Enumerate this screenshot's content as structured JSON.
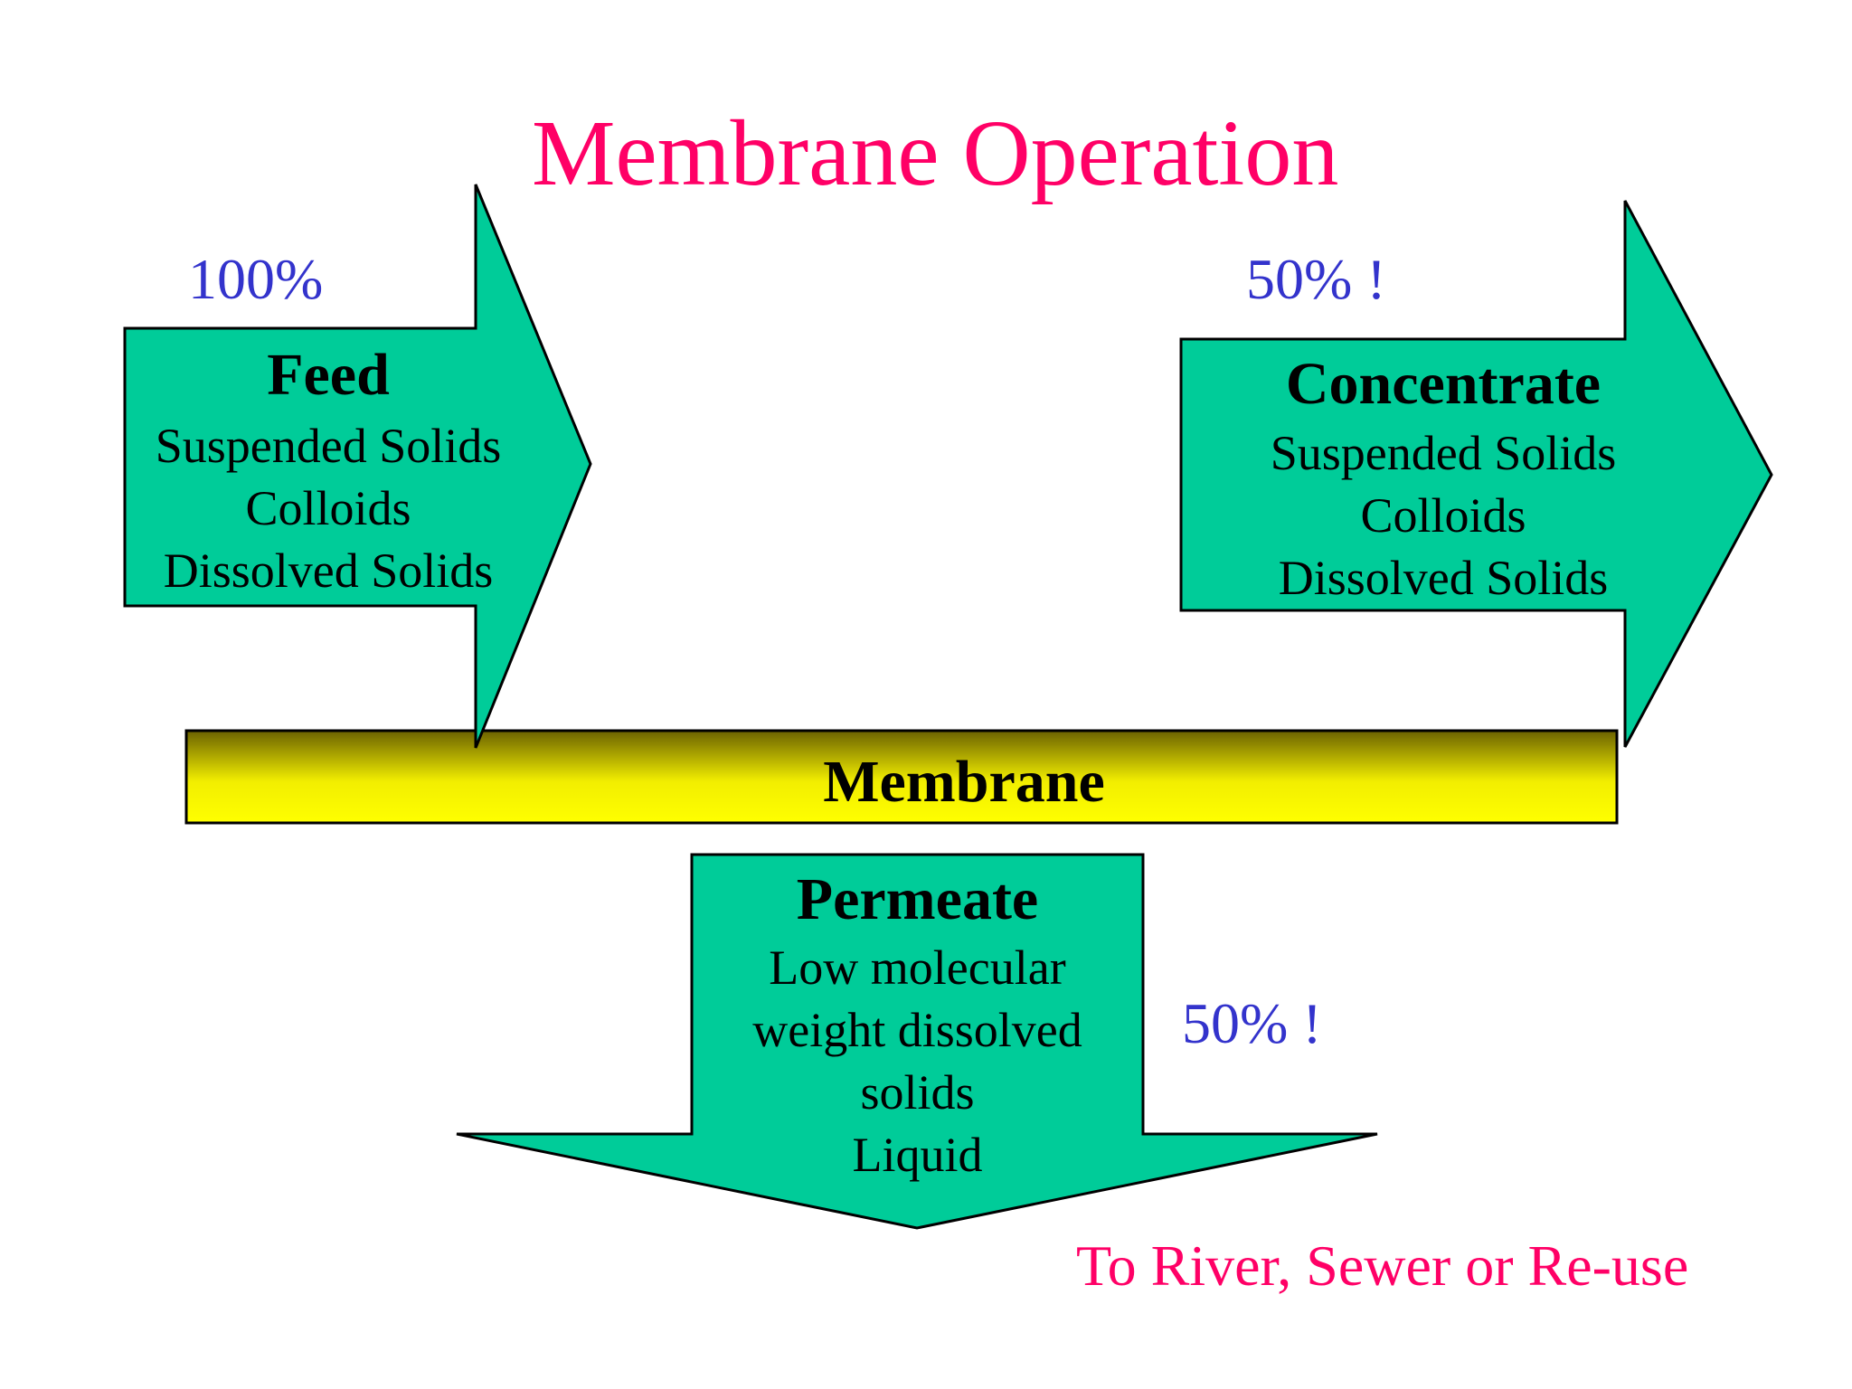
{
  "title": "Membrane Operation",
  "colors": {
    "title": "#ff0066",
    "percent": "#3333cc",
    "arrow_fill": "#00cc99",
    "membrane_top": "#6b6200",
    "membrane_mid": "#f2ee00",
    "membrane_bottom": "#ffff00",
    "destination": "#ff0066"
  },
  "feed": {
    "percent": "100%",
    "heading": "Feed",
    "lines": [
      "Suspended Solids",
      "Colloids",
      "Dissolved Solids"
    ]
  },
  "concentrate": {
    "percent": "50% !",
    "heading": "Concentrate",
    "lines": [
      "Suspended Solids",
      "Colloids",
      "Dissolved Solids"
    ]
  },
  "membrane": {
    "label": "Membrane"
  },
  "permeate": {
    "percent": "50% !",
    "heading": "Permeate",
    "lines": [
      "Low molecular",
      "weight dissolved",
      "solids",
      "Liquid"
    ]
  },
  "destination": "To River, Sewer or Re-use"
}
